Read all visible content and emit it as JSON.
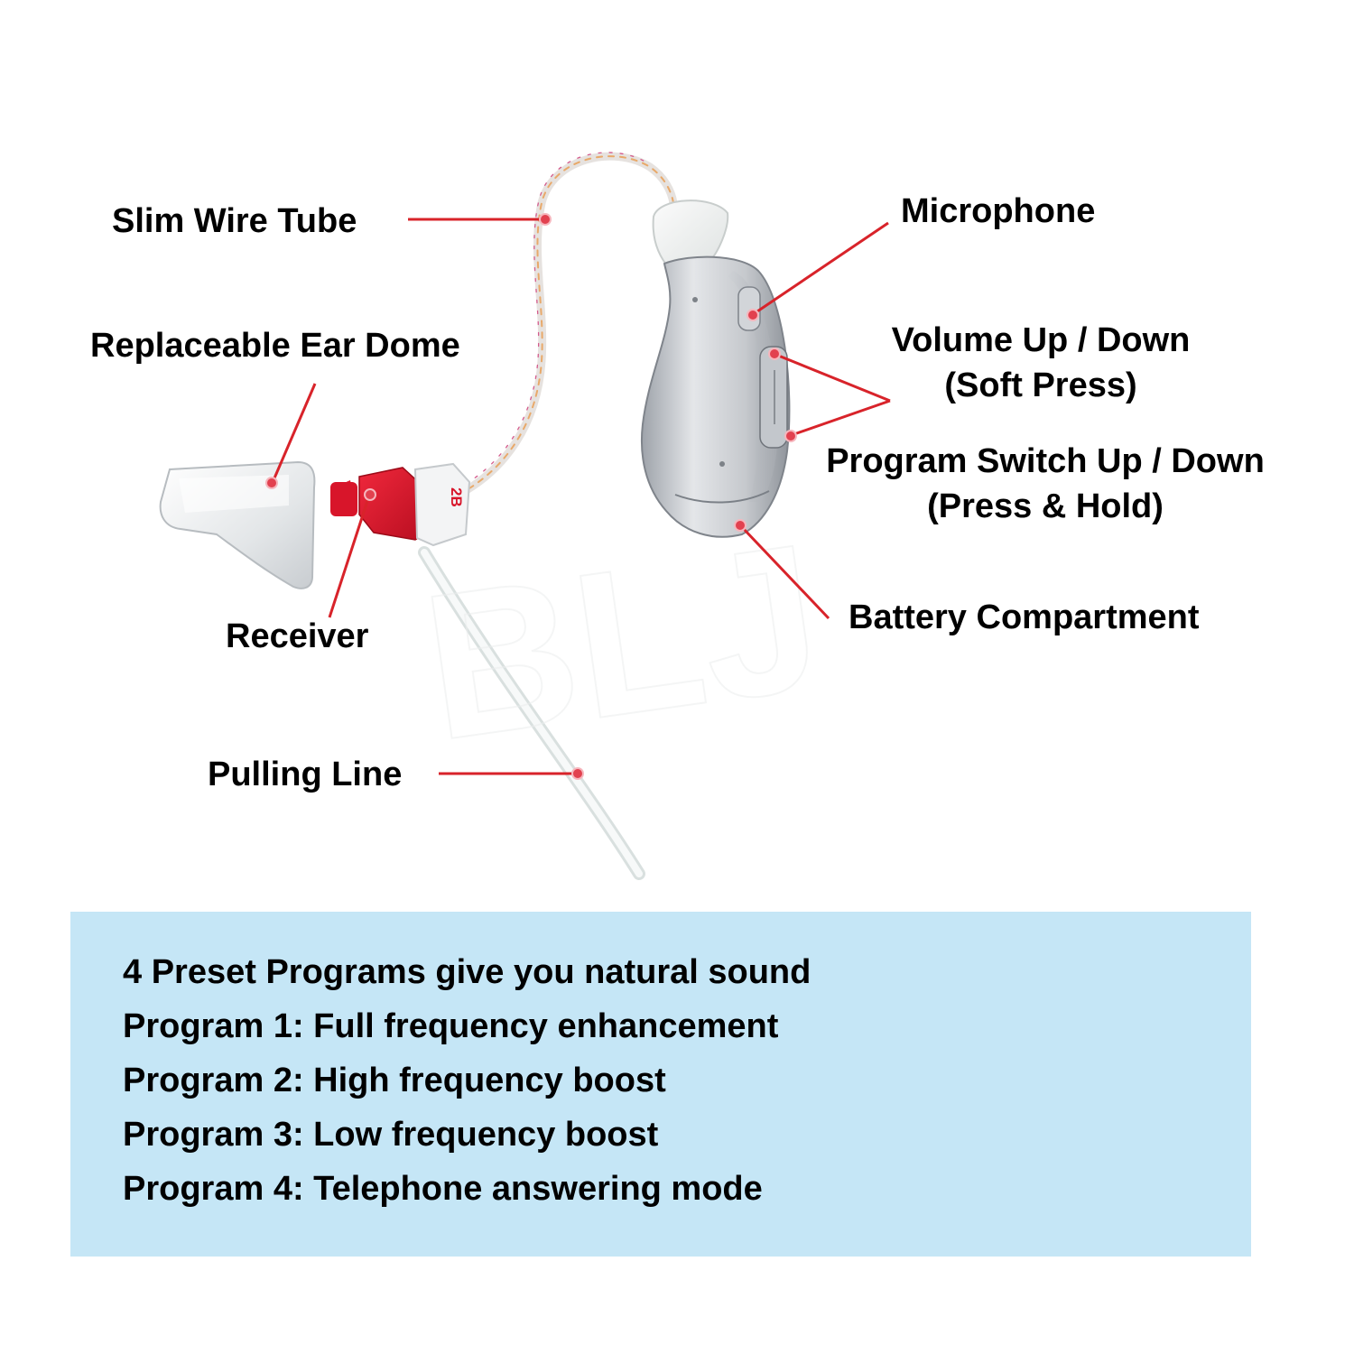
{
  "labels": {
    "slim_wire_tube": "Slim Wire Tube",
    "replaceable_ear_dome": "Replaceable Ear Dome",
    "receiver": "Receiver",
    "pulling_line": "Pulling Line",
    "microphone": "Microphone",
    "volume_line1": "Volume Up / Down",
    "volume_line2": "(Soft Press)",
    "program_line1": "Program Switch Up / Down",
    "program_line2": "(Press & Hold)",
    "battery_compartment": "Battery Compartment"
  },
  "receiver_marking": "2B",
  "watermark": "BLJ",
  "info_panel": {
    "lines": [
      "4 Preset Programs give you natural sound",
      "Program 1: Full frequency enhancement",
      "Program 2: High frequency boost",
      "Program 3: Low frequency boost",
      "Program 4: Telephone answering mode"
    ]
  },
  "colors": {
    "callout": "#d8232a",
    "panel_background": "#c5e6f6",
    "receiver": "#d8152a",
    "body_silver": "#c9ccd0"
  }
}
